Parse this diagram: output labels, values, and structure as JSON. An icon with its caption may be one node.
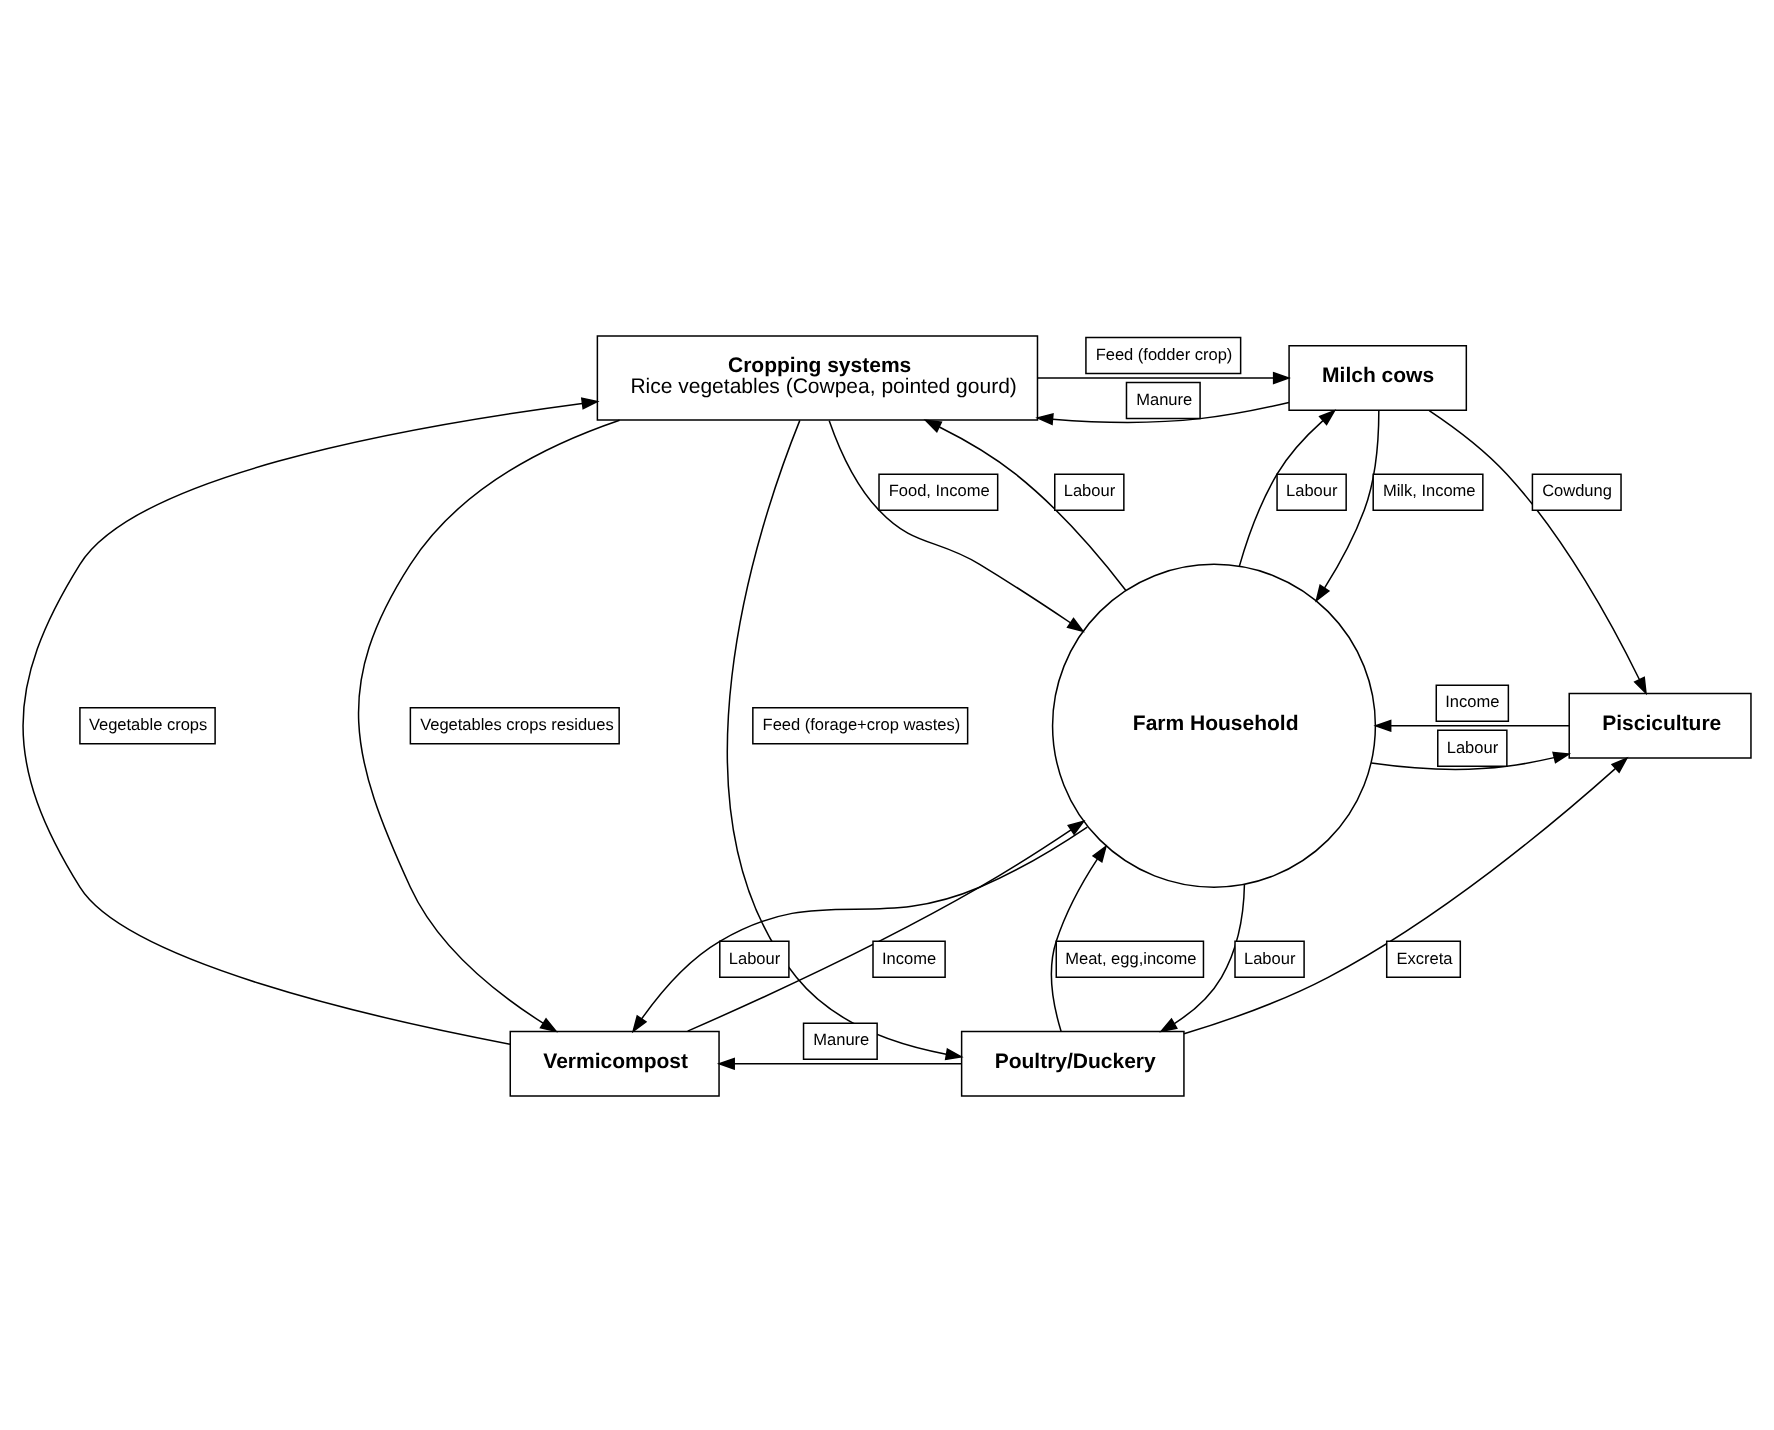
{
  "diagram": {
    "nodes": [
      {
        "text": [
          "Cropping systems",
          "Rice vegetables (Cowpea, pointed gourd)"
        ]
      },
      {
        "text": [
          "Milch cows"
        ]
      },
      {
        "text": [
          "Farm Household"
        ]
      },
      {
        "text": [
          "Pisciculture"
        ]
      },
      {
        "text": [
          "Vermicompost"
        ]
      },
      {
        "text": [
          "Poultry/Duckery"
        ]
      }
    ],
    "edges": [
      {
        "from": 0,
        "to": 1,
        "arrow": "to",
        "label": "Feed (fodder crop)"
      },
      {
        "from": 1,
        "to": 0,
        "arrow": "to",
        "label": "Manure"
      },
      {
        "from": 0,
        "to": 2,
        "arrow": "to",
        "label": "Food, Income"
      },
      {
        "from": 2,
        "to": 0,
        "arrow": "to",
        "label": "Labour"
      },
      {
        "from": 2,
        "to": 1,
        "arrow": "to",
        "label": "Labour"
      },
      {
        "from": 1,
        "to": 2,
        "arrow": "to",
        "label": "Milk, Income"
      },
      {
        "from": 1,
        "to": 3,
        "arrow": "to",
        "label": "Cowdung"
      },
      {
        "from": 2,
        "to": 3,
        "arrow": "to",
        "label": "Labour"
      },
      {
        "from": 3,
        "to": 2,
        "arrow": "to",
        "label": "Income"
      },
      {
        "from": 4,
        "to": 0,
        "arrow": "to",
        "label": "Vegetable crops"
      },
      {
        "from": 0,
        "to": 4,
        "arrow": "to",
        "label": "Vegetables crops residues"
      },
      {
        "from": 4,
        "to": 2,
        "arrow": "to",
        "label": "Income"
      },
      {
        "from": 2,
        "to": 4,
        "arrow": "to",
        "label": "Labour"
      },
      {
        "from": 5,
        "to": 2,
        "arrow": "to",
        "label": "Meat, egg,income"
      },
      {
        "from": 2,
        "to": 5,
        "arrow": "to",
        "label": "Labour"
      },
      {
        "from": 5,
        "to": 3,
        "arrow": "to",
        "label": "Excreta"
      },
      {
        "from": 5,
        "to": 4,
        "arrow": "to",
        "label": "Manure"
      },
      {
        "from": 0,
        "to": 5,
        "arrow": "to",
        "label": "Feed (forage+crop wastes)"
      }
    ]
  }
}
